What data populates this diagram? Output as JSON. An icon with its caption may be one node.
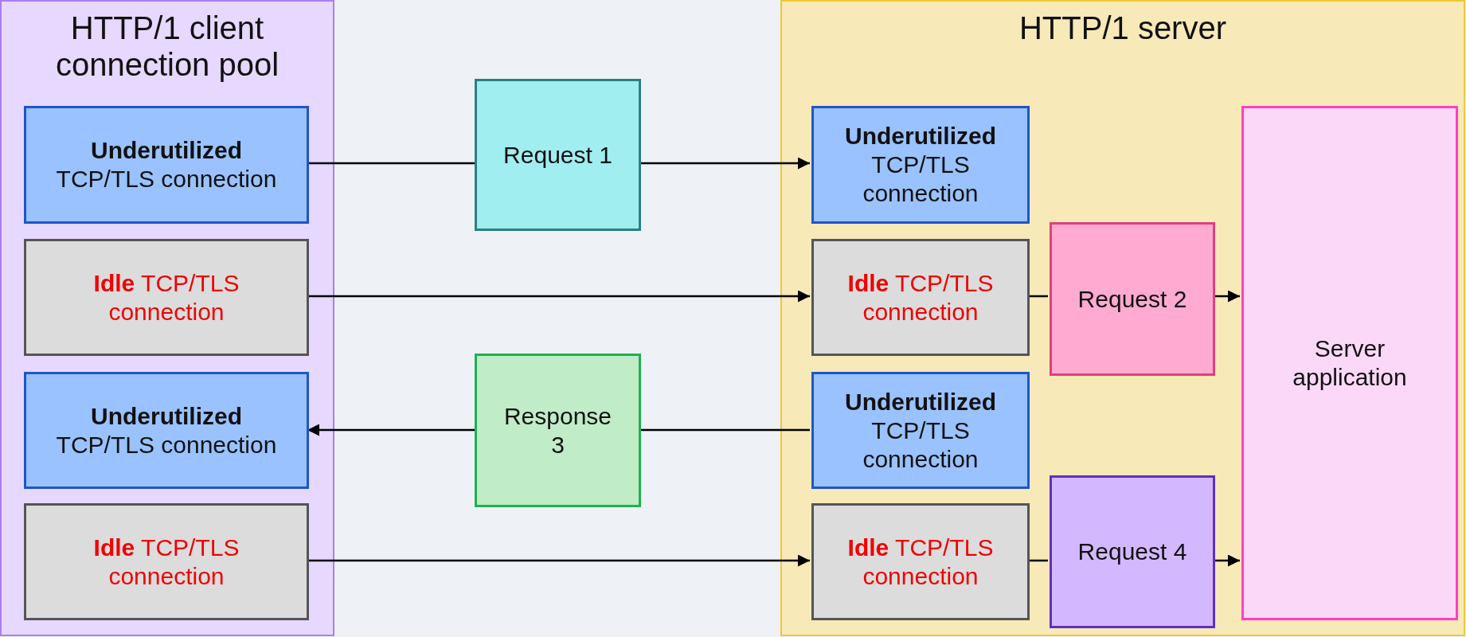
{
  "diagram": {
    "nodes": [
      {
        "text": [
          "HTTP/1 client connection pool"
        ]
      },
      {
        "text": [
          "**Underutilized** TCP/TLS connection"
        ],
        "in": 0
      },
      {
        "text": [
          "**Idle** TCP/TLS connection"
        ],
        "in": 0
      },
      {
        "text": [
          "**Underutilized** TCP/TLS connection"
        ],
        "in": 0
      },
      {
        "text": [
          "**Idle** TCP/TLS connection"
        ],
        "in": 0
      },
      {
        "text": [
          "Request 1"
        ]
      },
      {
        "text": [
          "Response 3"
        ]
      },
      {
        "text": [
          "HTTP/1 server"
        ]
      },
      {
        "text": [
          "**Underutilized** TCP/TLS connection"
        ],
        "in": 7
      },
      {
        "text": [
          "**Idle** TCP/TLS connection"
        ],
        "in": 7
      },
      {
        "text": [
          "Request 2"
        ],
        "in": 7
      },
      {
        "text": [
          "**Underutilized** TCP/TLS connection"
        ],
        "in": 7
      },
      {
        "text": [
          "**Idle** TCP/TLS connection"
        ],
        "in": 7
      },
      {
        "text": [
          "Request 4"
        ],
        "in": 7
      },
      {
        "text": [
          "Server application"
        ],
        "in": 7
      }
    ],
    "edges": [
      {
        "from": 1,
        "to": 5,
        "arrow": "none"
      },
      {
        "from": 5,
        "to": 8,
        "arrow": "to"
      },
      {
        "from": 2,
        "to": 9,
        "arrow": "to"
      },
      {
        "from": 11,
        "to": 6,
        "arrow": "none"
      },
      {
        "from": 6,
        "to": 3,
        "arrow": "to"
      },
      {
        "from": 4,
        "to": 12,
        "arrow": "to"
      },
      {
        "from": 9,
        "to": 10,
        "arrow": "none"
      },
      {
        "from": 10,
        "to": 14,
        "arrow": "to"
      },
      {
        "from": 12,
        "to": 13,
        "arrow": "none"
      },
      {
        "from": 13,
        "to": 14,
        "arrow": "to"
      }
    ]
  }
}
